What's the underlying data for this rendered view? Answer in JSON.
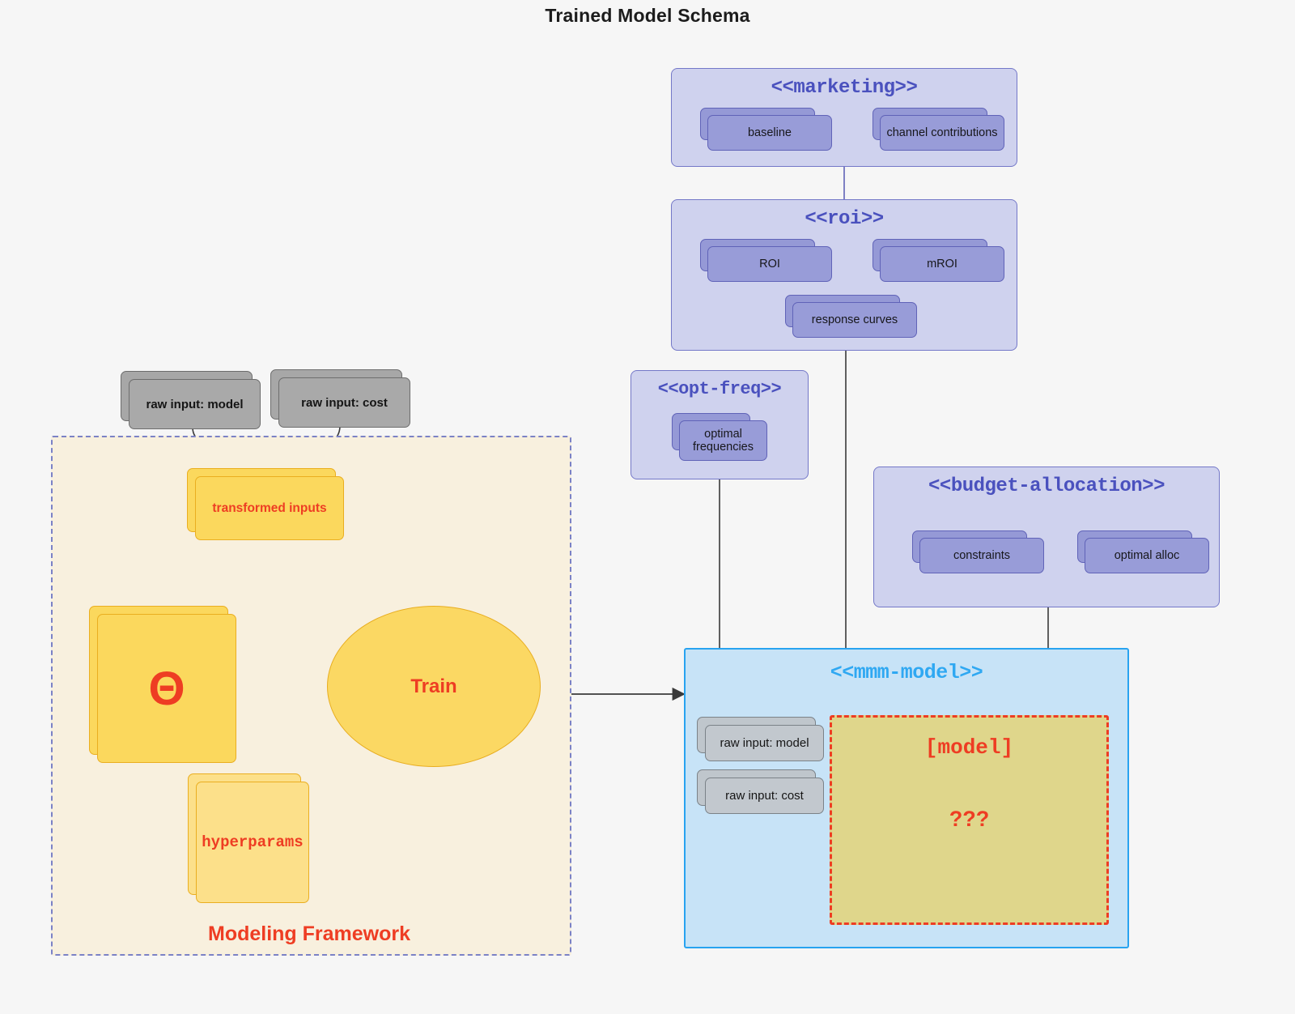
{
  "title": "Trained Model Schema",
  "colors": {
    "page_bg": "#F6F6F6",
    "package_fill": "#CFD2EE",
    "package_stroke": "#7478C8",
    "package_title": "#4A51BE",
    "node_fill": "#989CD8",
    "gray_card": "#A9A9A9",
    "gray_card_light": "#C2C8CE",
    "framework_fill": "#F8F0DE",
    "framework_border": "#7B82C6",
    "accent_red": "#EE3D23",
    "yellow_card": "#FBD85D",
    "yellow_pale": "#FCE08A",
    "mmm_fill": "#C7E3F7",
    "mmm_border": "#28A3F0",
    "mmm_title": "#2FA8F2",
    "model_fill": "#DFD68B"
  },
  "packages": {
    "marketing": {
      "title": "<<marketing>>",
      "nodes": [
        {
          "label": "baseline"
        },
        {
          "label": "channel contributions"
        }
      ],
      "link": "bidirectional"
    },
    "roi": {
      "title": "<<roi>>",
      "nodes": [
        {
          "label": "ROI"
        },
        {
          "label": "mROI"
        },
        {
          "label": "response curves"
        }
      ],
      "link": "bidirectional"
    },
    "opt_freq": {
      "title": "<<opt-freq>>",
      "nodes": [
        {
          "label": "optimal\nfrequencies"
        }
      ]
    },
    "budget_allocation": {
      "title": "<<budget-allocation>>",
      "nodes": [
        {
          "label": "constraints"
        },
        {
          "label": "optimal alloc"
        }
      ],
      "link": "bidirectional"
    }
  },
  "raw_inputs": {
    "model": "raw input: model",
    "cost": "raw input: cost"
  },
  "framework": {
    "label": "Modeling Framework",
    "transformed_inputs": "transformed inputs",
    "theta": "Θ",
    "hyperparams": "hyperparams",
    "train": "Train"
  },
  "mmm_model": {
    "title": "<<mmm-model>>",
    "inputs": [
      "raw input: model",
      "raw input: cost"
    ],
    "model_placeholder": "[model]",
    "unknown": "???"
  }
}
